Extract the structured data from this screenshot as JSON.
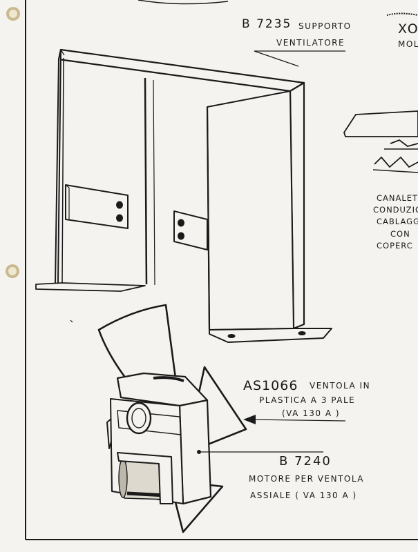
{
  "parts": {
    "b7235": {
      "code": "B 7235",
      "desc_line1": "SUPPORTO",
      "desc_line2": "VENTILATORE"
    },
    "as1066": {
      "code": "AS1066",
      "desc_line1": "VENTOLA IN",
      "desc_line2": "PLASTICA A 3 PALE",
      "desc_line3": "(VA 130 A )"
    },
    "b7240": {
      "code": "B 7240",
      "desc_line1": "MOTORE PER VENTOLA",
      "desc_line2": "ASSIALE  ( VA 130 A )"
    },
    "cut_right": {
      "top_code": "XO",
      "top_desc": "MOL",
      "lines": [
        "CANALET",
        "CONDUZIO",
        "CABLAGG",
        "CON",
        "COPERC"
      ]
    }
  },
  "colors": {
    "paper": "#f4f3ef",
    "ink": "#1a1a1a",
    "ring": "#b8a884"
  }
}
